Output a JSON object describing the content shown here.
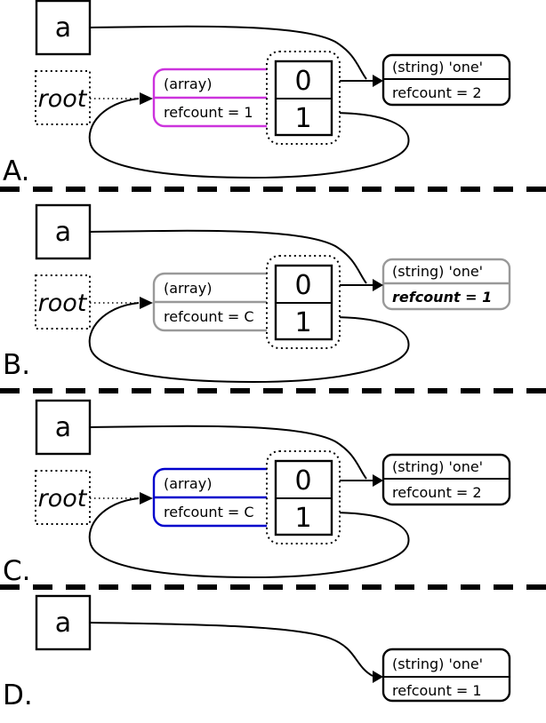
{
  "colors": {
    "magenta": "#cc33dd",
    "gray": "#999999",
    "blue": "#0000cc",
    "ink": "#000000"
  },
  "panels": [
    {
      "label": "A.",
      "var_label": "a",
      "root_label": "root",
      "array": {
        "type": "(array)",
        "refcount": "refcount = 1"
      },
      "cells": {
        "c0": "0",
        "c1": "1"
      },
      "string": {
        "type": "(string) 'one'",
        "refcount": "refcount = 2"
      }
    },
    {
      "label": "B.",
      "var_label": "a",
      "root_label": "root",
      "array": {
        "type": "(array)",
        "refcount": "refcount = C"
      },
      "cells": {
        "c0": "0",
        "c1": "1"
      },
      "string": {
        "type": "(string) 'one'",
        "refcount": "refcount = 1"
      }
    },
    {
      "label": "C.",
      "var_label": "a",
      "root_label": "root",
      "array": {
        "type": "(array)",
        "refcount": "refcount = C"
      },
      "cells": {
        "c0": "0",
        "c1": "1"
      },
      "string": {
        "type": "(string) 'one'",
        "refcount": "refcount = 2"
      }
    },
    {
      "label": "D.",
      "var_label": "a",
      "string": {
        "type": "(string) 'one'",
        "refcount": "refcount = 1"
      }
    }
  ]
}
